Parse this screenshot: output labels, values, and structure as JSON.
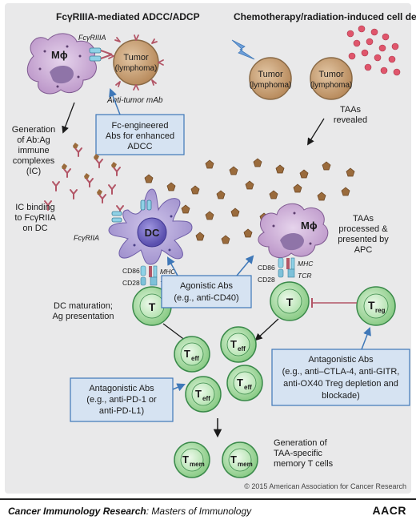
{
  "panel_left_title": "FcγRIIIA-mediated ADCC/ADCP",
  "panel_right_title": "Chemotherapy/radiation-induced cell death",
  "macrophage_label": "Mϕ",
  "fcgr3a_label": "FcγRIIIA",
  "tumor_label_1": "Tumor",
  "tumor_label_2": "(lymphoma)",
  "anti_tumor_mab": "Anti-tumor mAb",
  "fc_box": [
    "Fc-engineered",
    "Abs for enhanced",
    "ADCC"
  ],
  "taas_revealed": [
    "TAAs",
    "revealed"
  ],
  "generation_ic": [
    "Generation",
    "of Ab:Ag",
    "immune",
    "complexes",
    "(IC)"
  ],
  "ic_binding": [
    "IC binding",
    "to FcγRIIA",
    "on DC"
  ],
  "fcgr2a_label": "FcγRIIA",
  "dc_label": "DC",
  "mhc_label": "MHC",
  "tcr_label": "TCR",
  "cd86_label": "CD86",
  "cd28_label": "CD28",
  "t_label": "T",
  "dc_maturation": [
    "DC maturation;",
    "Ag presentation"
  ],
  "agonistic_box": [
    "Agonistic Abs",
    "(e.g., anti-CD40)"
  ],
  "taas_processed": [
    "TAAs",
    "processed &",
    "presented by",
    "APC"
  ],
  "treg_main": "T",
  "treg_sub": "reg",
  "teff_main": "T",
  "teff_sub": "eff",
  "tmem_main": "T",
  "tmem_sub": "mem",
  "antag_left_box": [
    "Antagonistic Abs",
    "(e.g., anti-PD-1 or",
    "anti-PD-L1)"
  ],
  "antag_right_box": [
    "Antagonistic Abs",
    "(e.g., anti–CTLA-4, anti-GITR,",
    "anti-OX40 Treg depletion and",
    "blockade)"
  ],
  "generation_memory": [
    "Generation of",
    "TAA-specific",
    "memory T cells"
  ],
  "copyright": "© 2015 American Association for Cancer Research",
  "footer_journal": "Cancer Immunology Research",
  "footer_series": ": Masters of Immunology",
  "footer_logo": "AACR",
  "colors": {
    "background": "#e9e9ea",
    "macrophage": "#c9a9d4",
    "nucleus": "#8f74a8",
    "tumor": "#c9a27a",
    "tumor_stroke": "#8a6a46",
    "dc": "#ad9ed1",
    "dc_nucleus": "#6f63b9",
    "tcell": "#a5d8a2",
    "tcell_stroke": "#3a8a4a",
    "box_fill": "#d6e3f2",
    "box_stroke": "#3f78b8",
    "dead_cell": "#e0566c",
    "antigen": "#9a6b3c",
    "receptor": "#8fd1e6"
  }
}
